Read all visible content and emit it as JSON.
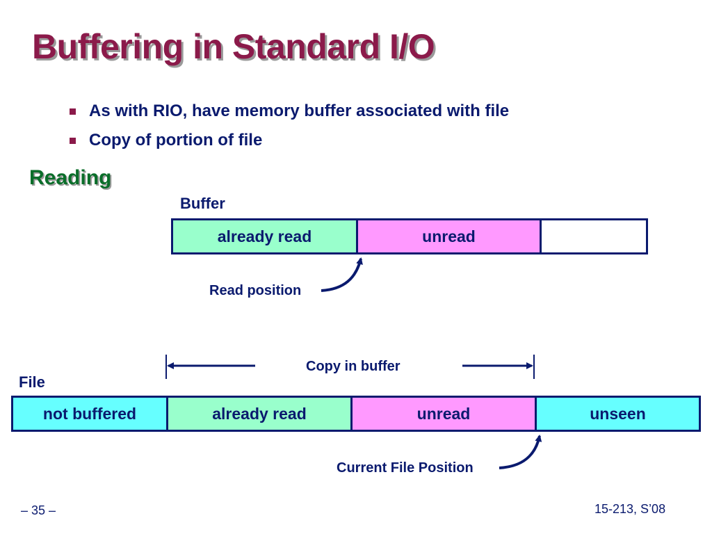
{
  "slide": {
    "title": "Buffering in Standard I/O",
    "bullets": [
      "As with RIO, have memory buffer associated with file",
      "Copy of portion of file"
    ],
    "section_heading": "Reading"
  },
  "buffer_diagram": {
    "label": "Buffer",
    "cells": [
      {
        "text": "already read",
        "color": "#99ffcc"
      },
      {
        "text": "unread",
        "color": "#ff99ff"
      },
      {
        "text": "",
        "color": "#ffffff"
      }
    ],
    "pointer_label": "Read position"
  },
  "file_diagram": {
    "label": "File",
    "span_label": "Copy in buffer",
    "cells": [
      {
        "text": "not buffered",
        "color": "#66ffff"
      },
      {
        "text": "already read",
        "color": "#99ffcc"
      },
      {
        "text": "unread",
        "color": "#ff99ff"
      },
      {
        "text": "unseen",
        "color": "#66ffff"
      }
    ],
    "pointer_label": "Current File Position"
  },
  "footer": {
    "page": "– 35 –",
    "course": "15-213, S’08"
  },
  "colors": {
    "title": "#8b1a4a",
    "text": "#0a1a6e",
    "section": "#0a6e2a"
  }
}
